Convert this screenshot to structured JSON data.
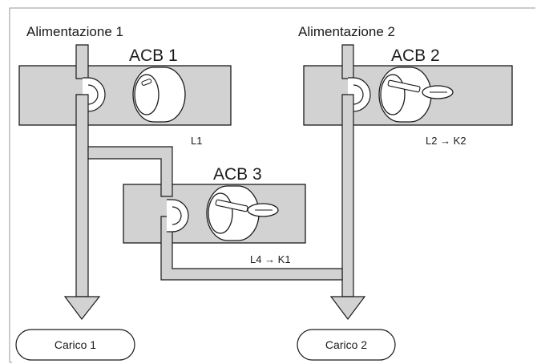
{
  "supplies": {
    "supply_1": "Alimentazione 1",
    "supply_2": "Alimentazione 2"
  },
  "breakers": {
    "acb1": {
      "label": "ACB 1",
      "lock_label": "L1",
      "key_inserted": false
    },
    "acb2": {
      "label": "ACB 2",
      "lock_label": "L2 → K2",
      "key_inserted": true
    },
    "acb3": {
      "label": "ACB 3",
      "lock_label": "L4 → K1",
      "key_inserted": true
    }
  },
  "loads": {
    "load_1": "Carico 1",
    "load_2": "Carico 2"
  },
  "colors": {
    "breaker_fill": "#d2d2d2",
    "line_fill": "#d2d2d2",
    "stroke": "#1a1a1a",
    "frame": "#9a9a9a",
    "lock_fill": "#ffffff"
  }
}
